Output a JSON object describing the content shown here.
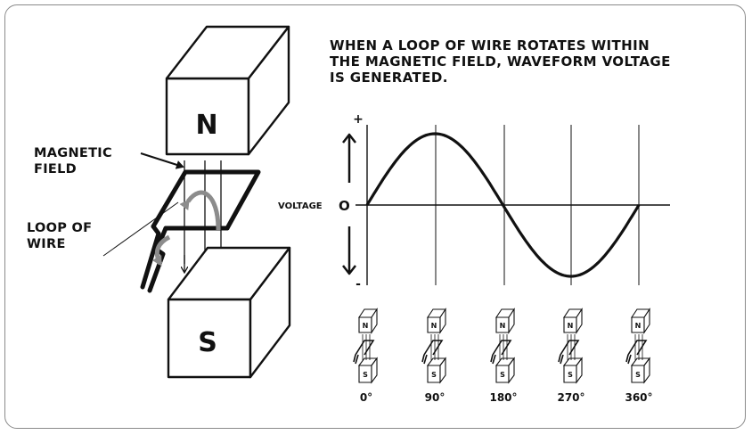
{
  "caption": {
    "line1": "WHEN A LOOP OF WIRE ROTATES WITHIN",
    "line2": "THE MAGNETIC FIELD, WAVEFORM VOLTAGE",
    "line3": "IS GENERATED."
  },
  "labels": {
    "magnetic_field": [
      "MAGNETIC",
      "FIELD"
    ],
    "loop_of_wire": [
      "LOOP OF",
      "WIRE"
    ],
    "voltage": "VOLTAGE",
    "zero": "O",
    "plus": "+",
    "minus": "-"
  },
  "poles": {
    "north": "N",
    "south": "S"
  },
  "stages": [
    {
      "angle": "0°"
    },
    {
      "angle": "90°"
    },
    {
      "angle": "180°"
    },
    {
      "angle": "270°"
    },
    {
      "angle": "360°"
    }
  ],
  "colors": {
    "line": "#111111",
    "arrow": "#8c8c8c",
    "frame": "#8a8a8a"
  }
}
